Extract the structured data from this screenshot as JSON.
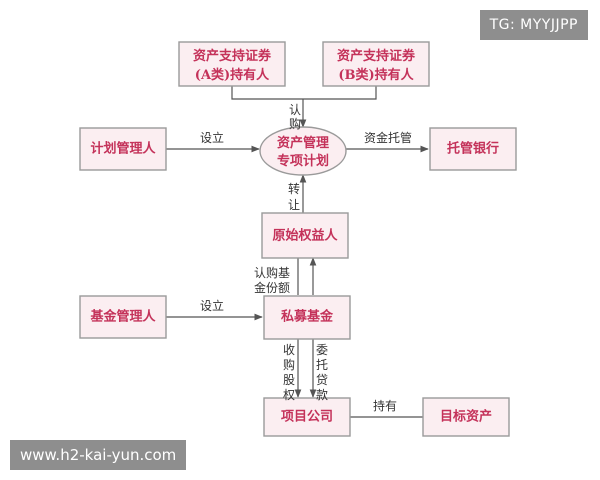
{
  "nodes": {
    "securities_a": [
      "资产支持证券",
      "(A类)持有人"
    ],
    "securities_b": [
      "资产支持证券",
      "(B类)持有人"
    ],
    "plan_manager": [
      "计划管理人"
    ],
    "special_plan": [
      "资产管理",
      "专项计划"
    ],
    "custodian_bank": [
      "托管银行"
    ],
    "original_owner": [
      "原始权益人"
    ],
    "fund_manager": [
      "基金管理人"
    ],
    "private_fund": [
      "私募基金"
    ],
    "project_company": [
      "项目公司"
    ],
    "target_assets": [
      "目标资产"
    ]
  },
  "edge_labels": {
    "subscribe_securities": [
      "认",
      "购"
    ],
    "setup_plan": [
      "设立"
    ],
    "fund_custody": [
      "资金托管"
    ],
    "transfer": [
      "转",
      "让"
    ],
    "subscribe_fund": [
      "认购基",
      "金份额"
    ],
    "setup_fund": [
      "设立"
    ],
    "acquire_equity": [
      "收",
      "购",
      "股",
      "权"
    ],
    "entrusted_loan": [
      "委",
      "托",
      "贷",
      "款"
    ],
    "hold": [
      "持有"
    ]
  },
  "watermarks": {
    "top": "TG: MYYJJPP",
    "bottom": "www.h2-kai-yun.com"
  },
  "colors": {
    "box_fill": "#fbeef1",
    "box_text": "#c4325a",
    "line": "#555555"
  }
}
